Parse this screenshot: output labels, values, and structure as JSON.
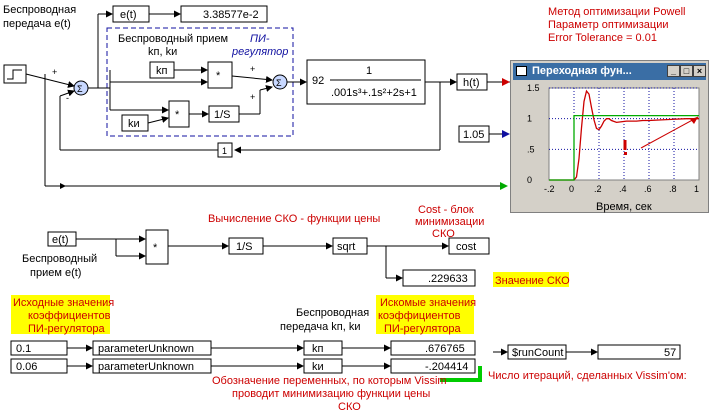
{
  "colors": {
    "highlight": "#ffff00",
    "red_text": "#cc0000",
    "blue_text": "#1010a0",
    "plot_window_title": "#3a6ea5",
    "response_curve": "#cc0000",
    "setpoint_line": "#00aa00"
  },
  "labels": {
    "wireless_tx_line1": "Беспроводная",
    "wireless_tx_line2": "передача e(t)",
    "wireless_rx_title_line1": "Беспроводный прием",
    "wireless_rx_title_line2": "kп,  kи",
    "pi_label_line1": "ПИ-",
    "pi_label_line2": "регулятор",
    "method_line1": "Метод оптимизации Powell",
    "method_line2": "Параметр оптимизации",
    "method_line3": "Error Tolerance = 0.01",
    "sko_calc": "Вычисление СКО - функции цены",
    "cost_line1": "Cost - блок",
    "cost_line2": "минимизации",
    "cost_line3": "СКО",
    "rx_e_line1": "Беспроводный",
    "rx_e_line2": "прием e(t)",
    "sko_value_label": "Значение СКО",
    "init_line1": "Исходные значения",
    "init_line2": "коэффициентов",
    "init_line3": "ПИ-регулятора",
    "tx_k_line1": "Беспроводная",
    "tx_k_line2": "передача kп,  kи",
    "found_line1": "Искомые значения",
    "found_line2": "коэффициентов",
    "found_line3": "ПИ-регулятора",
    "note_line1": "Обозначение переменных, по которым Vissim",
    "note_line2": "проводит минимизацию функции цены",
    "note_line3": "СКО",
    "iter_label": "Число итераций, сделанных Vissim'ом:"
  },
  "blocks": {
    "e_t": "e(t)",
    "e_display": "3.38577e-2",
    "kp": "kп",
    "ki": "kи",
    "mult": "*",
    "integrator": "1/S",
    "plus": "+",
    "minus": "-",
    "tf_gain": "92",
    "tf_num": "1",
    "tf_den": ".001s³+.1s²+2s+1",
    "h_t": "h(t)",
    "setpoint": "1.05",
    "feedback_gain": "1",
    "e_t2": "e(t)",
    "integrator2": "1/S",
    "sqrt": "sqrt",
    "cost": "cost",
    "sko_value": ".229633",
    "init_kp": "0.1",
    "init_ki": "0.06",
    "param_unknown": "parameterUnknown",
    "kp2": "kп",
    "ki2": "kи",
    "found_kp": ".676765",
    "found_ki": "-.204414",
    "run_count_label": "$runCount",
    "run_count_value": "57"
  },
  "plot_window": {
    "title": "Переходная фун...",
    "xlabel": "Время, сек"
  },
  "chart_data": {
    "type": "line",
    "title": "Переходная фун...",
    "xlabel": "Время, сек",
    "ylabel": "",
    "xlim": [
      -0.2,
      1.0
    ],
    "ylim": [
      0,
      1.5
    ],
    "xticks": [
      "-.2",
      "0",
      ".2",
      ".4",
      ".6",
      ".8",
      "1"
    ],
    "yticks": [
      "0",
      ".5",
      "1",
      "1.5"
    ],
    "grid": true,
    "series": [
      {
        "color": "#cc0000",
        "x": [
          -0.2,
          0.0,
          0.02,
          0.04,
          0.06,
          0.08,
          0.1,
          0.12,
          0.14,
          0.16,
          0.18,
          0.2,
          0.22,
          0.24,
          0.26,
          0.28,
          0.3,
          0.34,
          0.38,
          0.42,
          0.46,
          0.5,
          0.55,
          0.6,
          0.7,
          0.8,
          0.9,
          1.0
        ],
        "y": [
          0,
          0,
          0.05,
          0.35,
          0.85,
          1.28,
          1.45,
          1.4,
          1.18,
          0.98,
          0.84,
          0.82,
          0.88,
          0.96,
          1.0,
          1.0,
          0.97,
          0.94,
          0.95,
          0.96,
          0.96,
          0.96,
          0.97,
          0.97,
          0.98,
          0.99,
          1.0,
          1.0
        ]
      },
      {
        "color": "#00aa00",
        "x": [
          -0.2,
          0.0,
          0.0,
          1.0
        ],
        "y": [
          0,
          0,
          1.05,
          1.05
        ]
      }
    ]
  }
}
